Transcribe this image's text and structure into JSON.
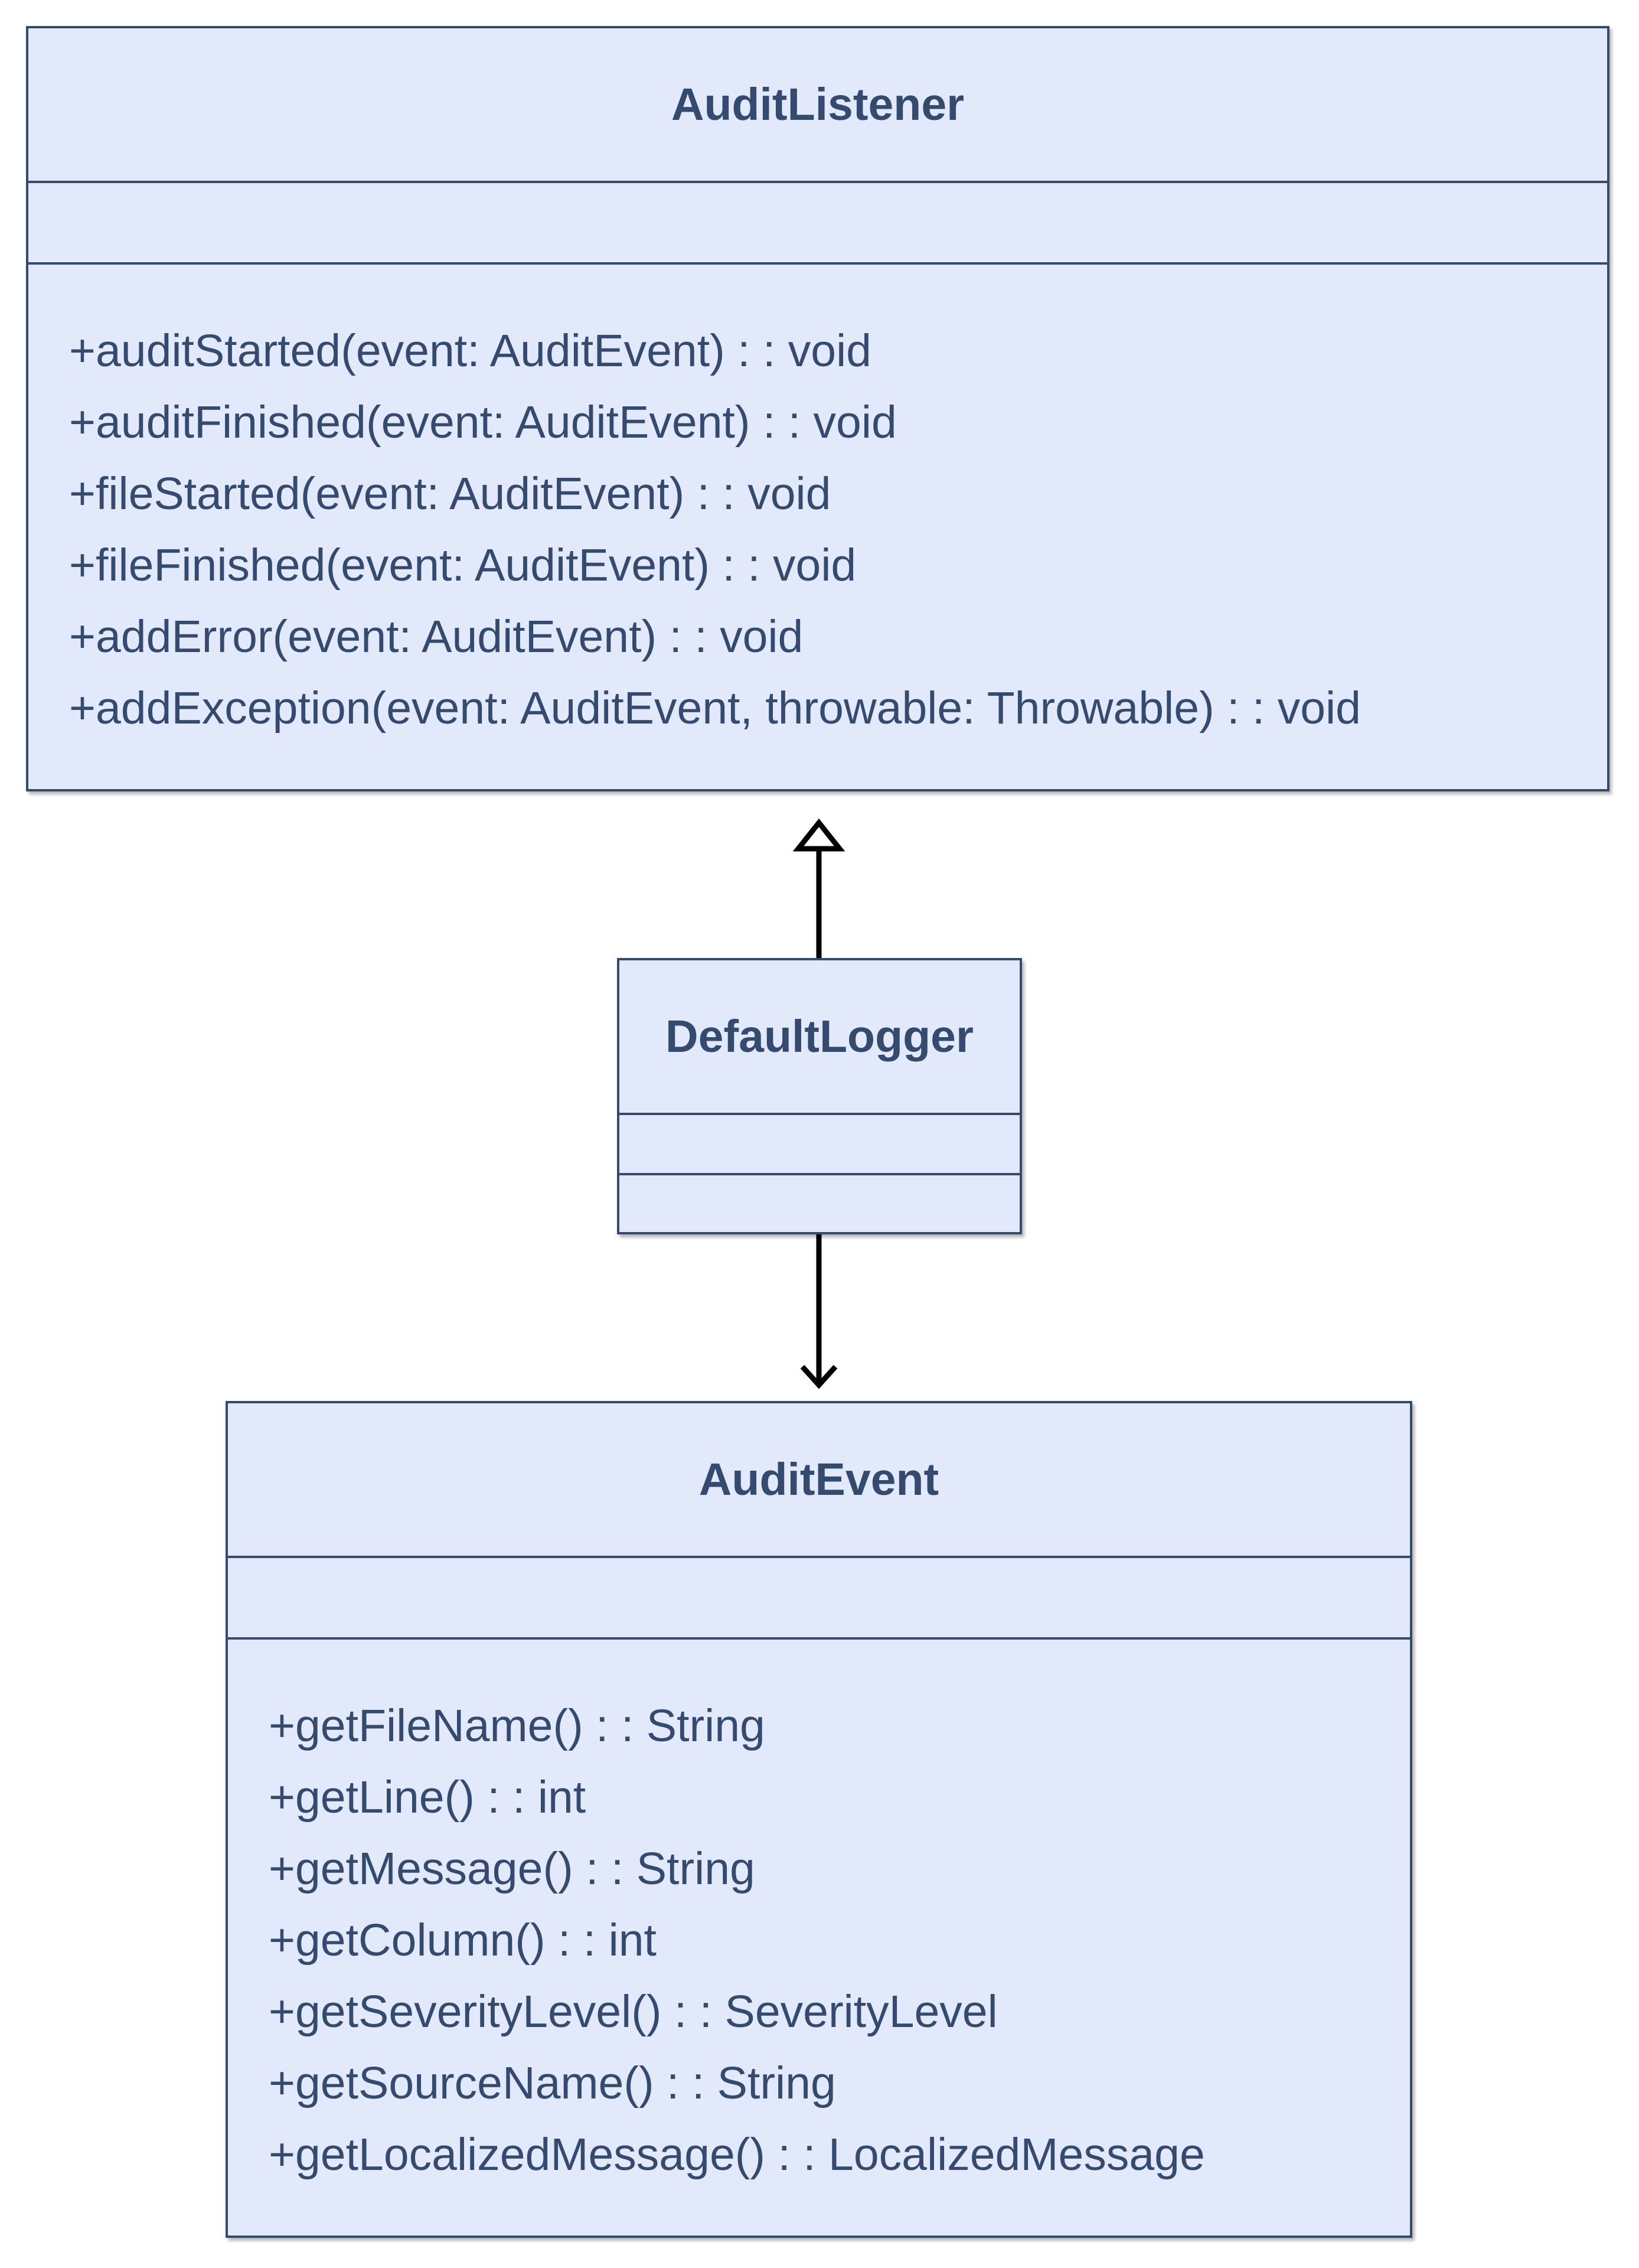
{
  "diagram": {
    "classes": {
      "audit_listener": {
        "name": "AuditListener",
        "methods": [
          "+auditStarted(event: AuditEvent) : : void",
          "+auditFinished(event: AuditEvent) : : void",
          "+fileStarted(event: AuditEvent) : : void",
          "+fileFinished(event: AuditEvent) : : void",
          "+addError(event: AuditEvent) : : void",
          "+addException(event: AuditEvent, throwable: Throwable) : : void"
        ]
      },
      "default_logger": {
        "name": "DefaultLogger",
        "methods": []
      },
      "audit_event": {
        "name": "AuditEvent",
        "methods": [
          "+getFileName() : : String",
          "+getLine() : : int",
          "+getMessage() : : String",
          "+getColumn() : : int",
          "+getSeverityLevel() : : SeverityLevel",
          "+getSourceName() : : String",
          "+getLocalizedMessage() : : LocalizedMessage"
        ]
      }
    },
    "relationships": [
      {
        "from": "DefaultLogger",
        "to": "AuditListener",
        "type": "realization"
      },
      {
        "from": "DefaultLogger",
        "to": "AuditEvent",
        "type": "association"
      }
    ],
    "colors": {
      "box_fill": "#e1e9fb",
      "box_border": "#344a6f",
      "text": "#344a6f",
      "connector": "#000000"
    }
  }
}
